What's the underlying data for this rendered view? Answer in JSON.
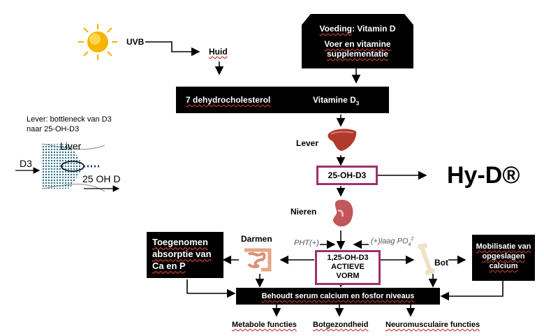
{
  "sources": {
    "uvb": "UVB",
    "skin": "Huid",
    "diet_title_prefix": "Voeding",
    "diet_title_suffix": ": Vitamin D",
    "diet_sub": "Voer en vitamine supplementatie"
  },
  "synthesis": {
    "precursor": "7 dehydrocholesterol",
    "product": "Vitamine D",
    "product_sub": "3"
  },
  "liver": {
    "label": "Lever",
    "metabolite": "25-OH-D3",
    "brand": "Hy-D®"
  },
  "inset": {
    "caption_line1": "Lever: bottleneck van D3",
    "caption_line2": "naar 25-OH-D3",
    "input_label": "D3",
    "organ_label": "Liver",
    "output_label": "25 OH D"
  },
  "kidney": {
    "label": "Nieren",
    "pth": "PHT(+)",
    "po4": "(+)laag PO",
    "po4_sub": "4",
    "po4_sup": "2"
  },
  "active": {
    "line1": "1,25-OH-D3",
    "line2": "ACTIEVE",
    "line3": "VORM"
  },
  "targets": {
    "intestine": "Darmen",
    "bone": "Bot",
    "absorption": "Toegenomen absorptie van Ca en P",
    "mobilisation": "Mobilisatie van opgeslagen calcium"
  },
  "result": {
    "serum": "Behoudt serum calcium en fosfor niveaus"
  },
  "outcomes": [
    "Metabole functies",
    "Botgezondheid",
    "Neuromusculaire functies"
  ],
  "colors": {
    "box_fill": "#000000",
    "highlight_border": "#a0306b",
    "sun": "#f6b400"
  }
}
